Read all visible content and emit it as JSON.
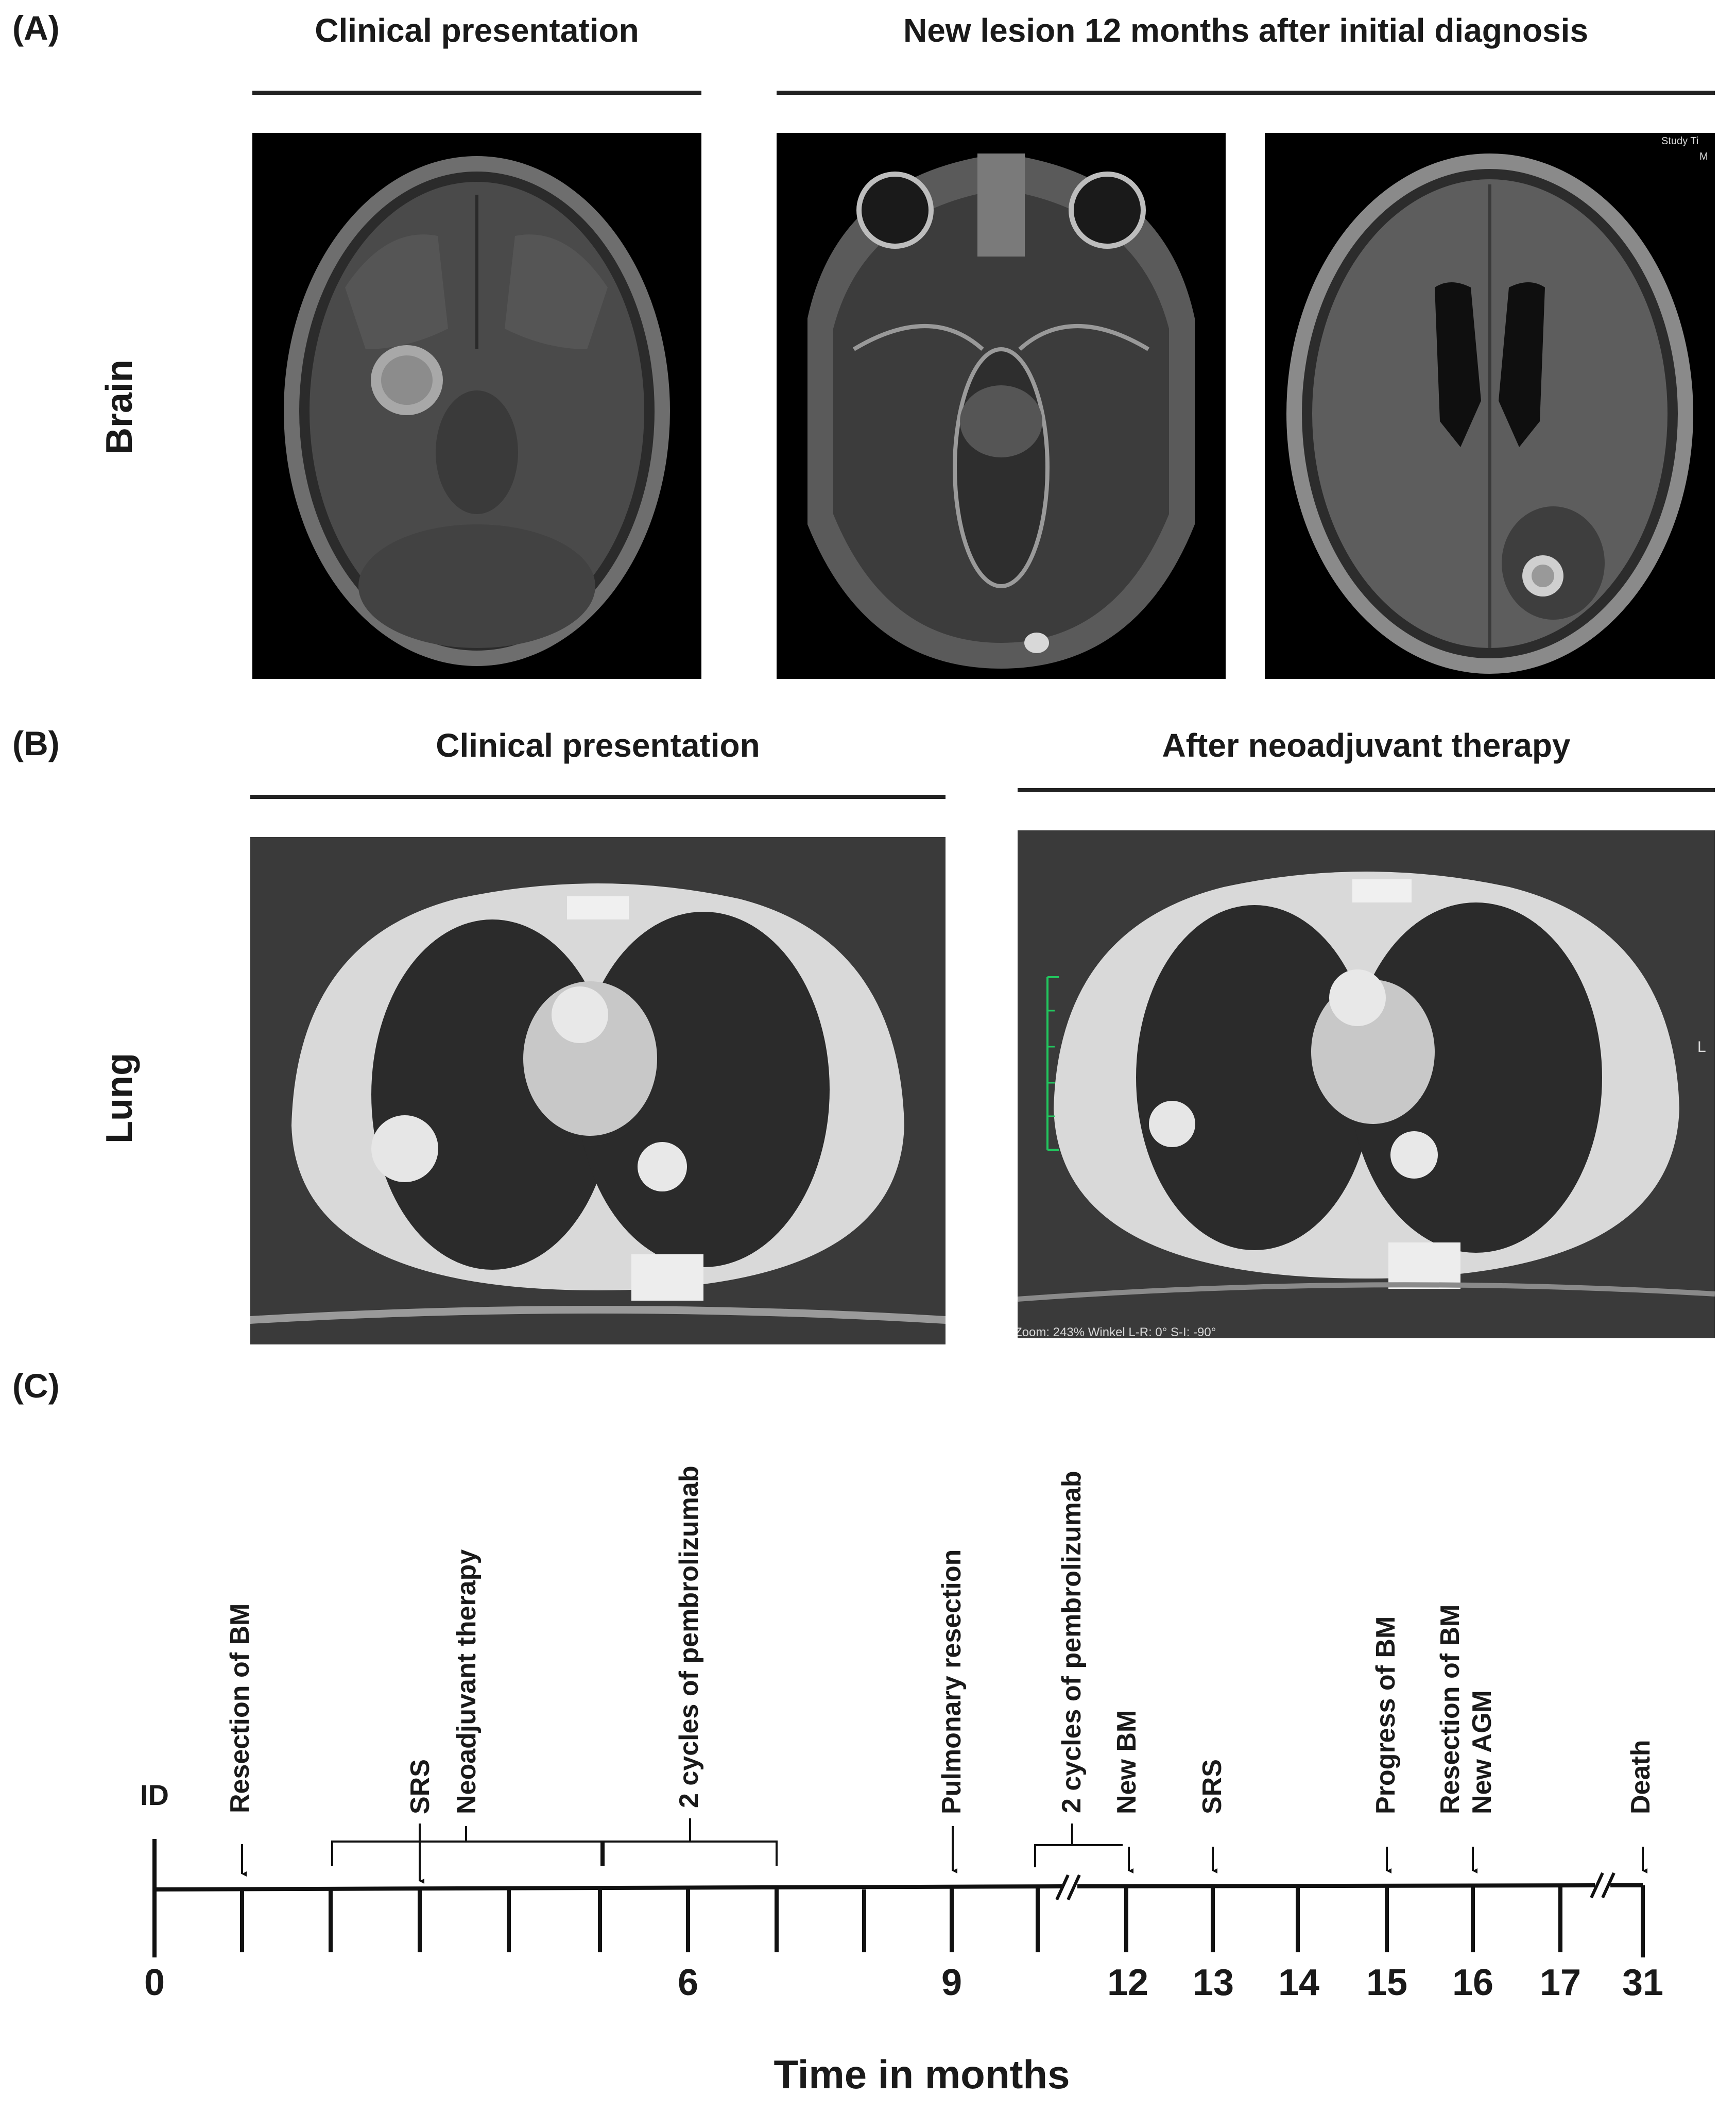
{
  "panelA": {
    "letter": "(A)",
    "heading_left": "Clinical presentation",
    "heading_right": "New lesion 12 months after initial diagnosis",
    "row_label": "Brain",
    "overlay_text": [
      "Study Ti",
      "M"
    ]
  },
  "panelB": {
    "letter": "(B)",
    "heading_left": "Clinical presentation",
    "heading_right": "After neoadjuvant therapy",
    "row_label": "Lung",
    "overlay_side": "L",
    "overlay_zoom": "Zoom: 243% Winkel L-R: 0°  S-I: -90°"
  },
  "panelC": {
    "letter": "(C)",
    "start_label": "ID",
    "axis_title": "Time in months",
    "tick_labels": [
      "0",
      "6",
      "9",
      "12",
      "13",
      "14",
      "15",
      "16",
      "17",
      "31"
    ],
    "events": [
      {
        "label": "Resection of BM"
      },
      {
        "label": "SRS"
      },
      {
        "label": "Neoadjuvant therapy"
      },
      {
        "label": "2 cycles of pembrolizumab"
      },
      {
        "label": "Pulmonary resection"
      },
      {
        "label": "2 cycles of pembrolizumab"
      },
      {
        "label": "New BM"
      },
      {
        "label": "SRS"
      },
      {
        "label": "Progress of BM"
      },
      {
        "label": "Resection of BM"
      },
      {
        "label": "New AGM"
      },
      {
        "label": "Death"
      }
    ]
  }
}
